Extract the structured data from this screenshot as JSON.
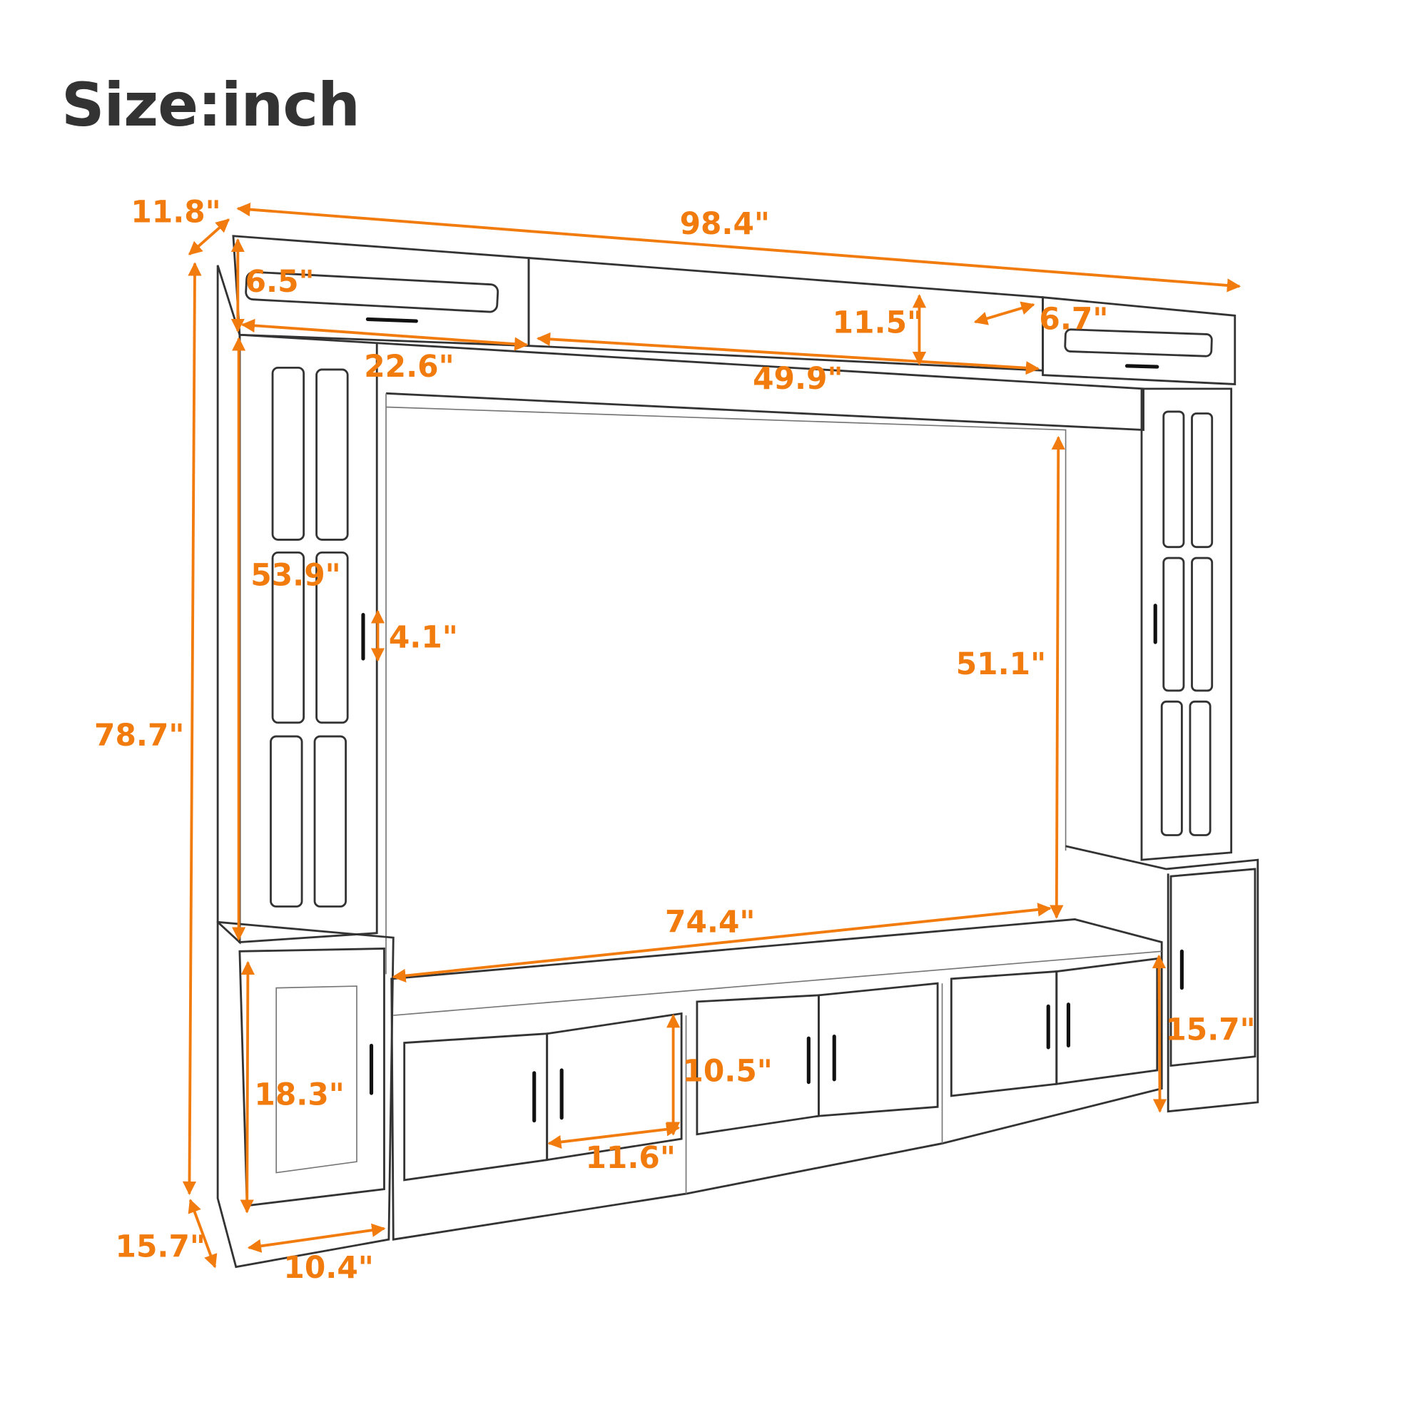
{
  "title": "Size:inch",
  "accent_color": "#F27B0E",
  "dimensions": {
    "depth_top": "11.8\"",
    "total_width": "98.4\"",
    "top_cabinet_height": "6.5\"",
    "top_center_height": "11.5\"",
    "top_right_cabinet_height": "6.7\"",
    "top_cabinet_width": "22.6\"",
    "top_center_width": "49.9\"",
    "side_cabinet_height": "53.9\"",
    "handle_length": "4.1\"",
    "tv_opening_height": "51.1\"",
    "total_height": "78.7\"",
    "tv_opening_width": "74.4\"",
    "bottom_side_cabinet_height": "18.3\"",
    "tv_stand_door_height": "10.5\"",
    "right_base_height": "15.7\"",
    "tv_stand_door_width": "11.6\"",
    "depth_bottom": "15.7\"",
    "bottom_side_cabinet_width": "10.4\""
  }
}
